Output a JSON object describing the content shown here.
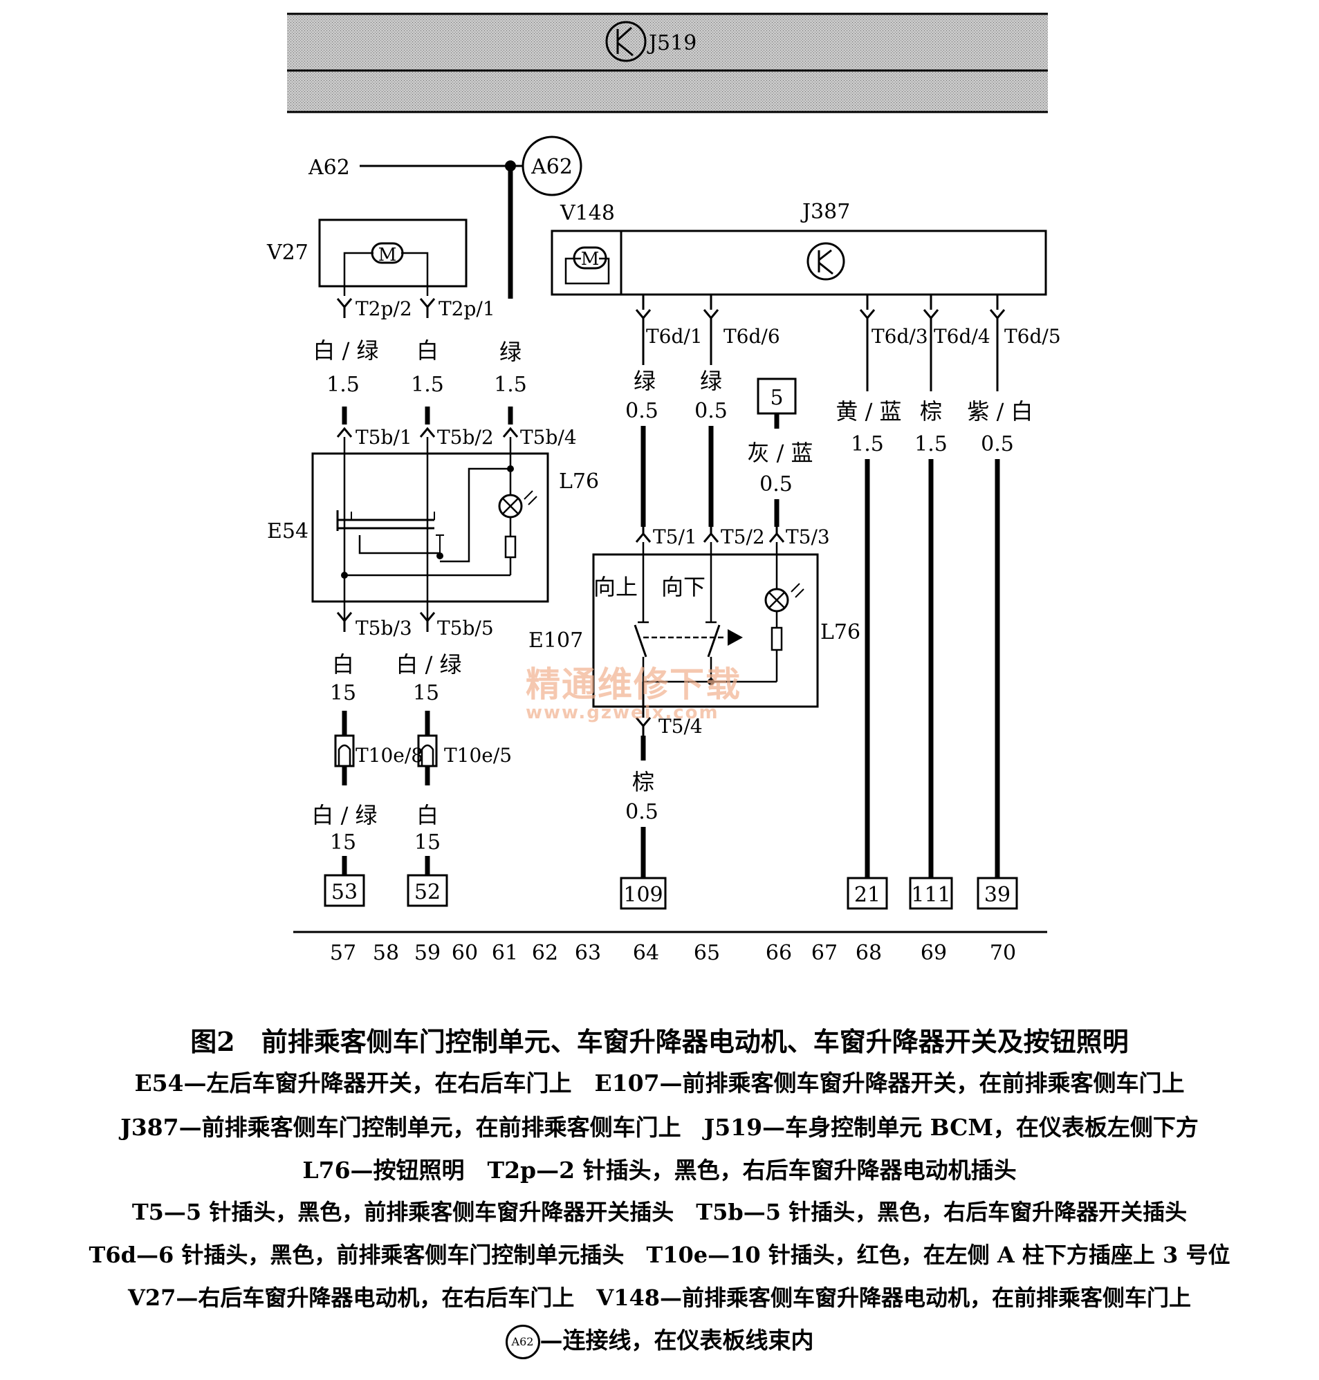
{
  "figure": {
    "bus_label": "J519",
    "connection_point": "A62",
    "components": {
      "v27": "V27",
      "v148": "V148",
      "j387": "J387",
      "e54": "E54",
      "e107": "E107",
      "l76_a": "L76",
      "l76_b": "L76",
      "ground_ref": "5"
    },
    "connectors": [
      "T2p/2",
      "T2p/1",
      "T5b/1",
      "T5b/2",
      "T5b/4",
      "T5b/3",
      "T5b/5",
      "T10e/8",
      "T10e/5",
      "T6d/1",
      "T6d/6",
      "T6d/3",
      "T6d/4",
      "T6d/5",
      "T5/1",
      "T5/2",
      "T5/3",
      "T5/4"
    ],
    "wires": [
      {
        "color": "白 / 绿",
        "gauge": "1.5"
      },
      {
        "color": "白",
        "gauge": "1.5"
      },
      {
        "color": "绿",
        "gauge": "1.5"
      },
      {
        "color": "白",
        "gauge": "15"
      },
      {
        "color": "白 / 绿",
        "gauge": "15"
      },
      {
        "color": "白 / 绿",
        "gauge": "15"
      },
      {
        "color": "白",
        "gauge": "15"
      },
      {
        "color": "绿",
        "gauge": "0.5"
      },
      {
        "color": "绿",
        "gauge": "0.5"
      },
      {
        "color": "灰 / 蓝",
        "gauge": "0.5"
      },
      {
        "color": "棕",
        "gauge": "0.5"
      },
      {
        "color": "黄 / 蓝",
        "gauge": "1.5"
      },
      {
        "color": "棕",
        "gauge": "1.5"
      },
      {
        "color": "紫 / 白",
        "gauge": "0.5"
      }
    ],
    "switch_labels": {
      "up": "向上",
      "down": "向下"
    },
    "terminals": [
      "53",
      "52",
      "109",
      "21",
      "111",
      "39"
    ],
    "axis_numbers": [
      "57",
      "58",
      "59",
      "60",
      "61",
      "62",
      "63",
      "64",
      "65",
      "66",
      "67",
      "68",
      "69",
      "70"
    ]
  },
  "watermark": {
    "line1": "精通维修下载",
    "line2": "www.gzweix.com"
  },
  "caption": {
    "title": "图2　前排乘客侧车门控制单元、车窗升降器电动机、车窗升降器开关及按钮照明",
    "line1": "E54—左后车窗升降器开关，在右后车门上　E107—前排乘客侧车窗升降器开关，在前排乘客侧车门上",
    "line2": "J387—前排乘客侧车门控制单元，在前排乘客侧车门上　J519—车身控制单元 BCM，在仪表板左侧下方",
    "line3": "L76—按钮照明　T2p—2 针插头，黑色，右后车窗升降器电动机插头",
    "line4": "T5—5 针插头，黑色，前排乘客侧车窗升降器开关插头　T5b—5 针插头，黑色，右后车窗升降器开关插头",
    "line5": "T6d—6 针插头，黑色，前排乘客侧车门控制单元插头　T10e—10 针插头，红色，在左侧 A 柱下方插座上 3 号位",
    "line6": "V27—右后车窗升降器电动机，在右后车门上　V148—前排乘客侧车窗升降器电动机，在前排乘客侧车门上",
    "line7_badge": "A62",
    "line7": "—连接线，在仪表板线束内"
  }
}
